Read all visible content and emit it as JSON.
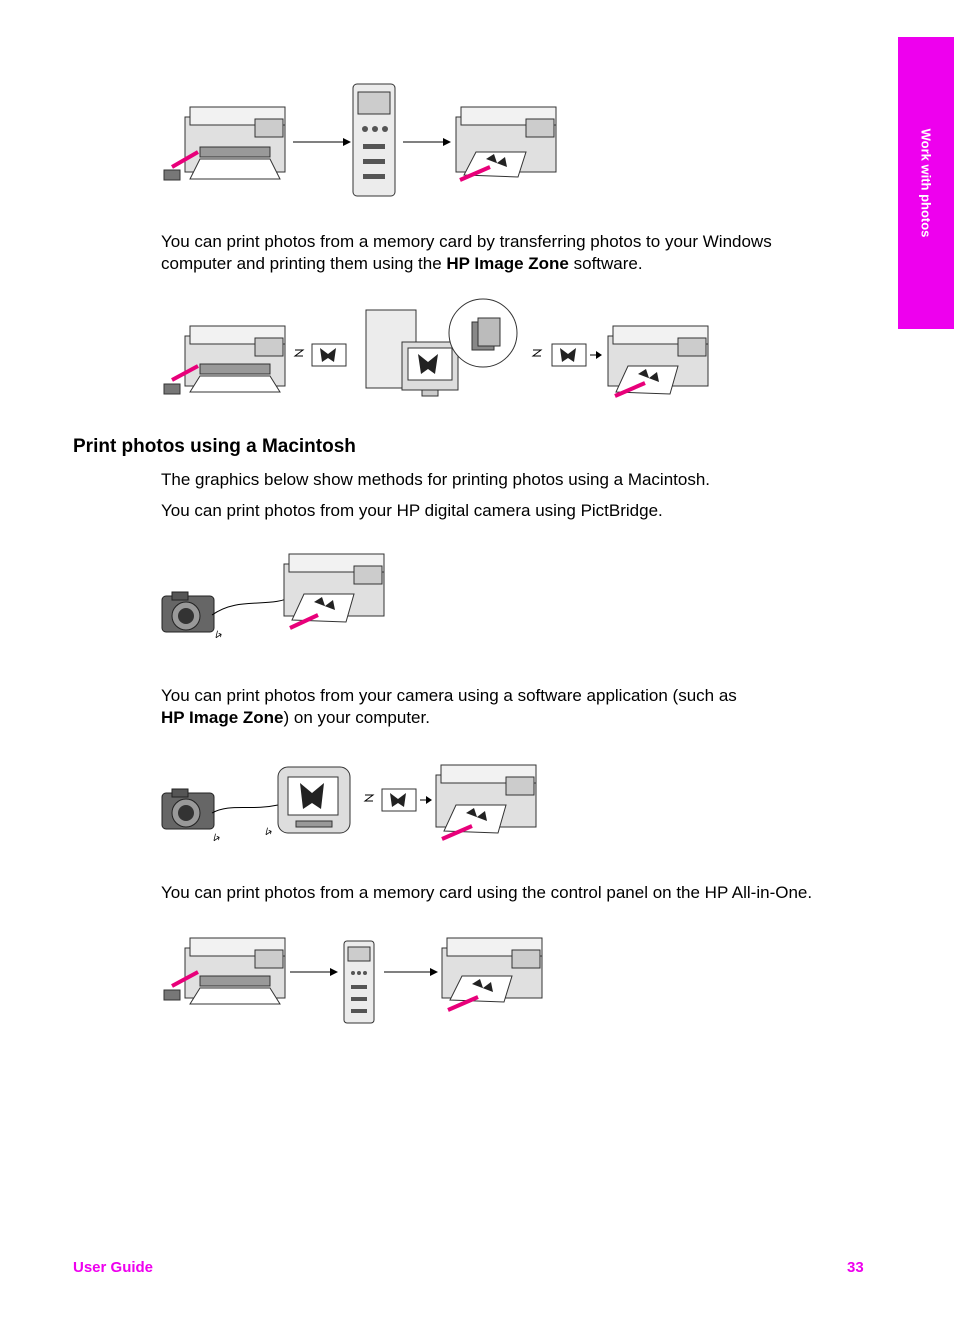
{
  "side_tab": {
    "label": "Work with photos"
  },
  "paragraphs": {
    "p1": {
      "text_a": "You can print photos from a memory card by transferring photos to your Windows computer and printing them using the ",
      "bold": "HP Image Zone",
      "text_b": " software."
    },
    "p2": "The graphics below show methods for printing photos using a Macintosh.",
    "p3": "You can print photos from your HP digital camera using PictBridge.",
    "p4": {
      "text_a": "You can print photos from your camera using a software application (such as ",
      "bold": "HP Image Zone",
      "text_b": ") on your computer."
    },
    "p5": "You can print photos from a memory card using the control panel on the HP All-in-One."
  },
  "heading": "Print photos using a Macintosh",
  "footer": {
    "left": "User Guide",
    "right": "33"
  },
  "colors": {
    "accent": "#ee00ee",
    "arrow": "#e8007a"
  }
}
